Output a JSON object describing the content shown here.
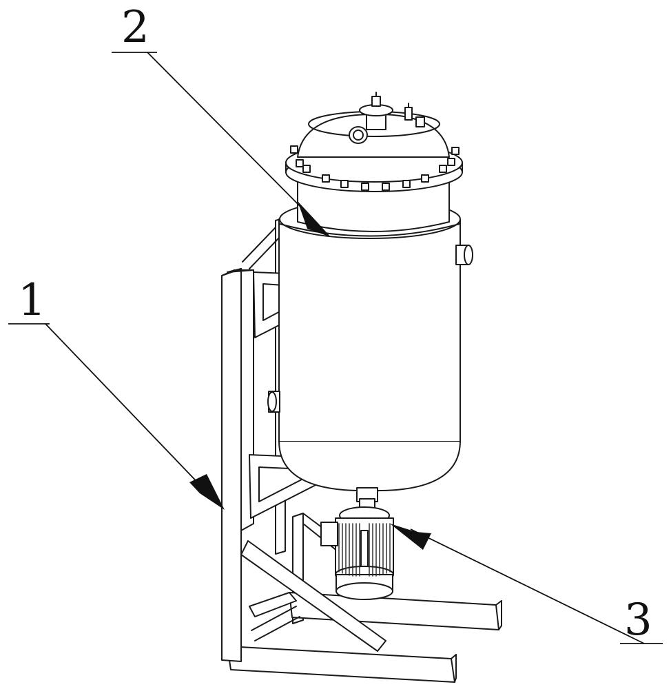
{
  "labels": [
    {
      "id": "1",
      "text": "1"
    },
    {
      "id": "2",
      "text": "2"
    },
    {
      "id": "3",
      "text": "3"
    }
  ],
  "colors": {
    "stroke": "#1a1a1a",
    "fill": "#ffffff",
    "motor_fin": "#222222"
  }
}
